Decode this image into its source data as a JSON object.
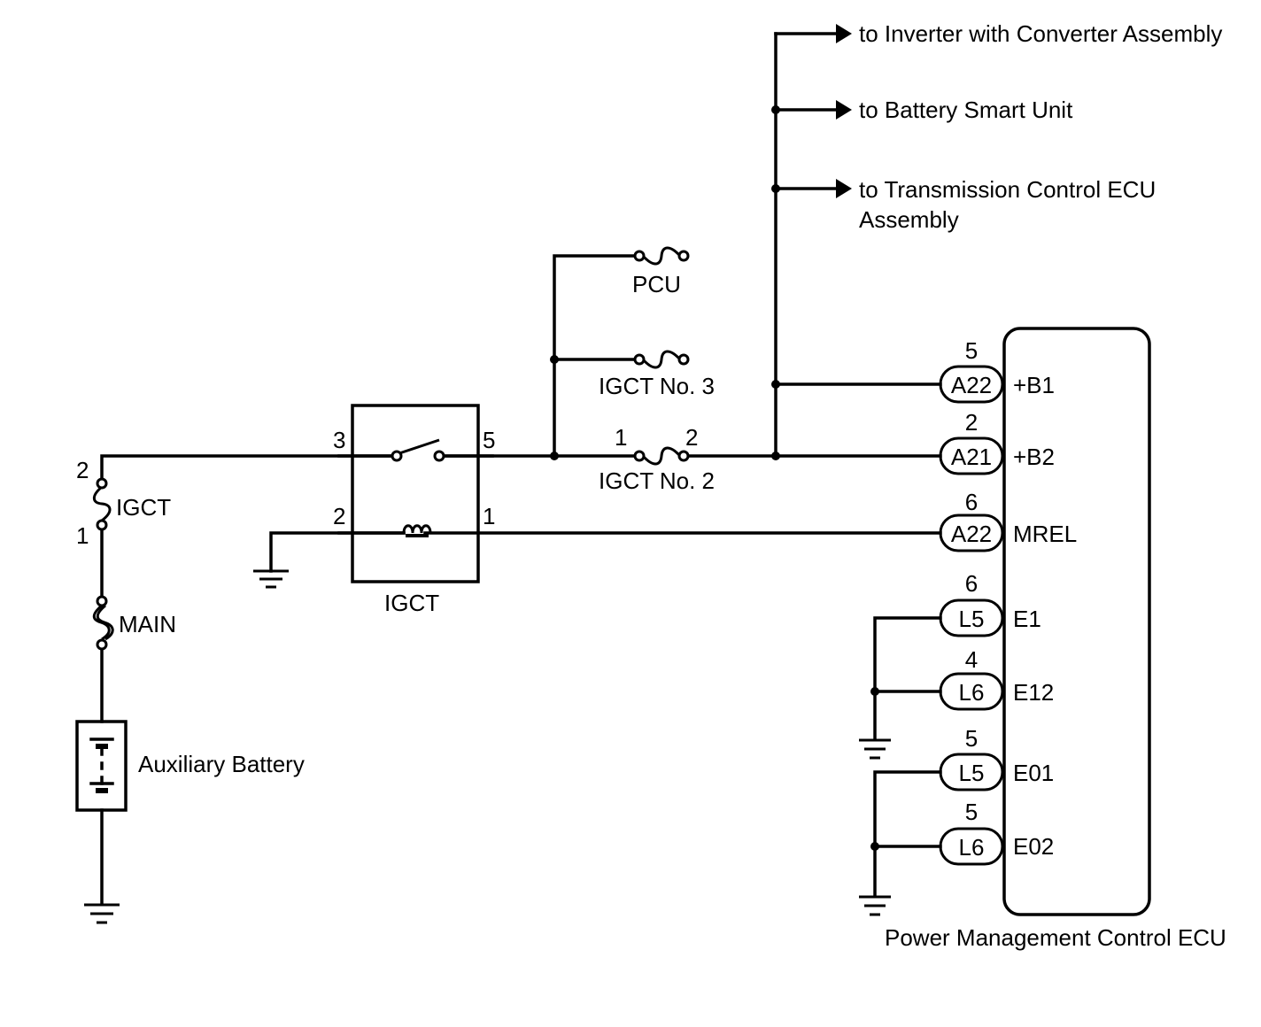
{
  "outputs": {
    "inverter": "to Inverter with Converter Assembly",
    "battery_smart_unit": "to Battery Smart Unit",
    "tcm_line1": "to Transmission Control ECU",
    "tcm_line2": "Assembly"
  },
  "fuses": {
    "pcu": "PCU",
    "igct_no3": "IGCT No. 3",
    "igct_no2": "IGCT No. 2",
    "igct_no2_pin1": "1",
    "igct_no2_pin2": "2",
    "igct": "IGCT",
    "igct_pin2": "2",
    "igct_pin1": "1",
    "main": "MAIN"
  },
  "relay": {
    "label": "IGCT",
    "pin3": "3",
    "pin5": "5",
    "pin2": "2",
    "pin1": "1"
  },
  "battery": {
    "label": "Auxiliary Battery"
  },
  "ecu": {
    "label": "Power Management Control ECU",
    "connectors": [
      {
        "pin": "5",
        "conn": "A22",
        "signal": "+B1"
      },
      {
        "pin": "2",
        "conn": "A21",
        "signal": "+B2"
      },
      {
        "pin": "6",
        "conn": "A22",
        "signal": "MREL"
      },
      {
        "pin": "6",
        "conn": "L5",
        "signal": "E1"
      },
      {
        "pin": "4",
        "conn": "L6",
        "signal": "E12"
      },
      {
        "pin": "5",
        "conn": "L5",
        "signal": "E01"
      },
      {
        "pin": "5",
        "conn": "L6",
        "signal": "E02"
      }
    ]
  }
}
